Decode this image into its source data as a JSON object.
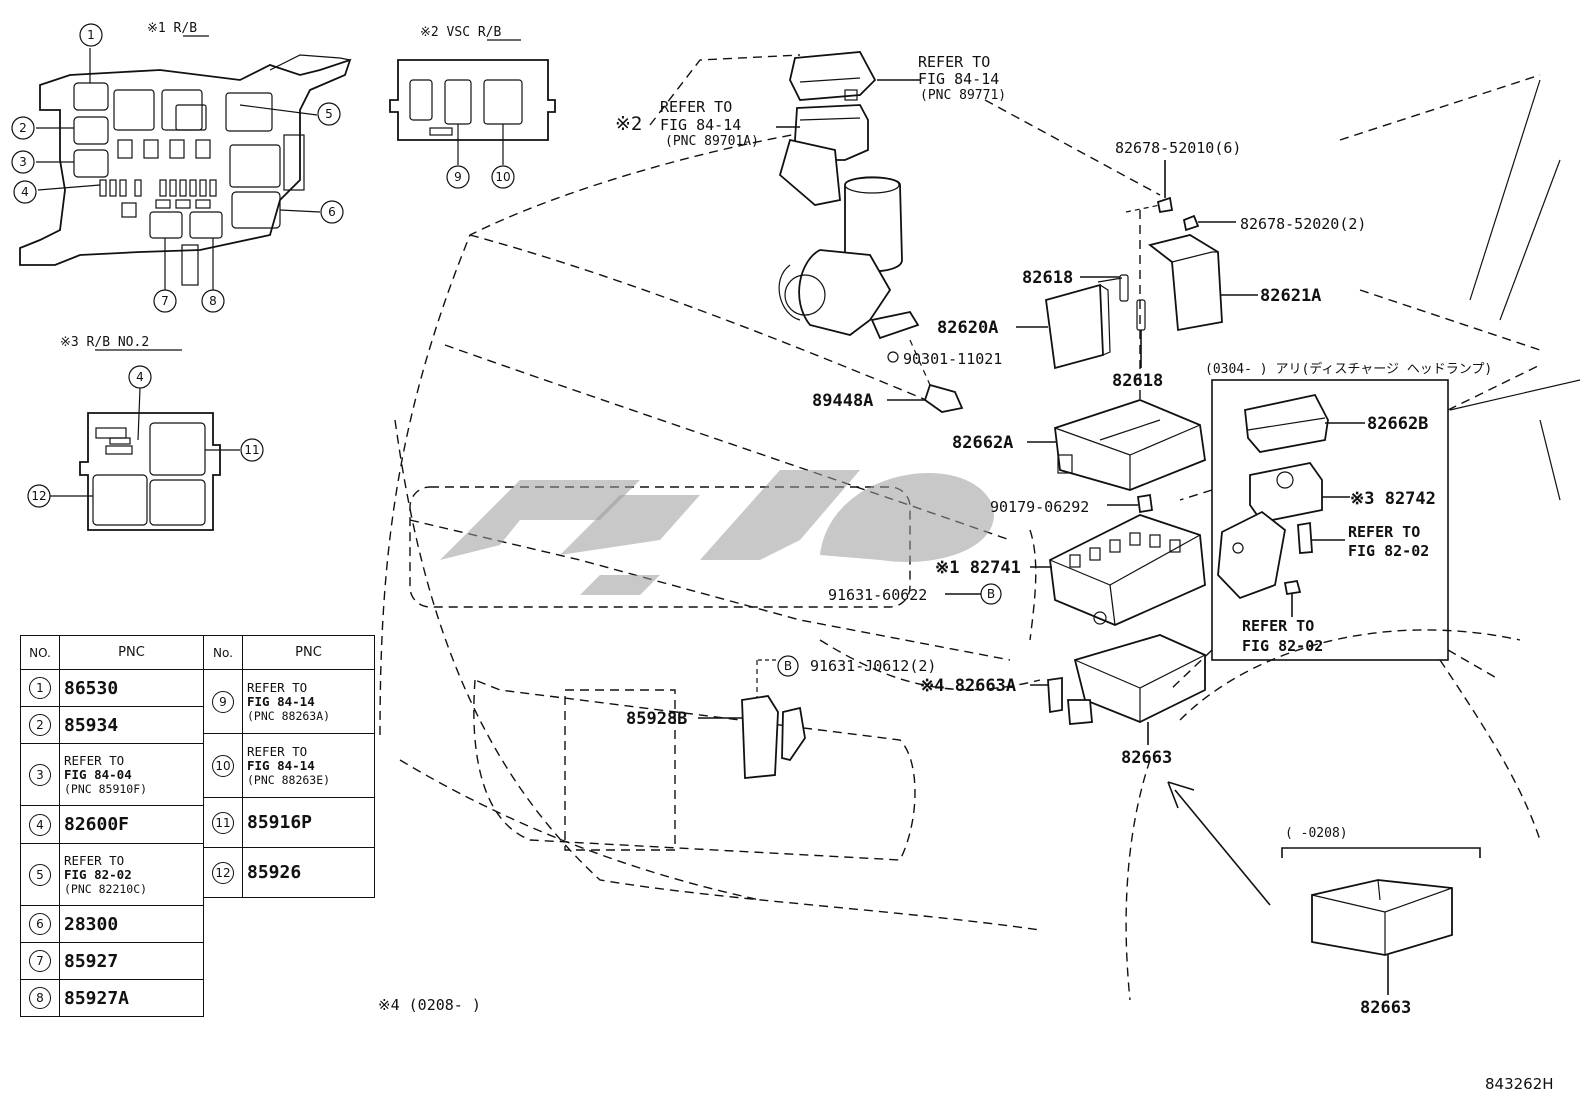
{
  "insets": {
    "rb1_title": "※1 R/B",
    "vsc_title": "※2 VSC R/B",
    "rb2_title": "※3 R/B NO.2",
    "rb1_numbers": [
      "1",
      "2",
      "3",
      "4",
      "5",
      "6",
      "7",
      "8"
    ],
    "vsc_numbers": [
      "9",
      "10"
    ],
    "rb2_numbers": [
      "4",
      "11",
      "12"
    ]
  },
  "callouts": {
    "refer1": [
      "REFER TO",
      "FIG 84-14",
      "(PNC 89771)"
    ],
    "refer2_mark": "※2",
    "refer2": [
      "REFER TO",
      "FIG 84-14",
      "(PNC 89701A)"
    ],
    "p82678_52010": "82678-52010(6)",
    "p82678_52020": "82678-52020(2)",
    "p82618_a": "82618",
    "p82618_b": "82618",
    "p82621A": "82621A",
    "p82620A": "82620A",
    "p90301": "90301-11021",
    "p89448A": "89448A",
    "p82662A": "82662A",
    "p90179": "90179-06292",
    "p82741": "※1 82741",
    "p91631_60622": "91631-60622",
    "p91631_J0612": "91631-J0612(2)",
    "p82663A": "※4 82663A",
    "p85928B": "85928B",
    "p82663": "82663",
    "marker_b1": "B",
    "marker_b2": "B"
  },
  "hid_box": {
    "title": "(0304-    ) アリ(ディスチャージ ヘッドランプ)",
    "p82662B": "82662B",
    "p82742": "※3 82742",
    "refer_a": [
      "REFER TO",
      "FIG 82-02"
    ],
    "refer_b": [
      "REFER TO",
      "FIG 82-02"
    ]
  },
  "early": {
    "title": "(    -0208)",
    "part": "82663"
  },
  "note4": "※4 (0208-    )",
  "figure_id": "843262H",
  "table_left": {
    "headers": [
      "NO.",
      "PNC"
    ],
    "rows": [
      {
        "no": "1",
        "pnc": "86530",
        "refer": null
      },
      {
        "no": "2",
        "pnc": "85934",
        "refer": null
      },
      {
        "no": "3",
        "pnc": null,
        "refer": [
          "REFER TO",
          "FIG 84-04",
          "(PNC 85910F)"
        ]
      },
      {
        "no": "4",
        "pnc": "82600F",
        "refer": null
      },
      {
        "no": "5",
        "pnc": null,
        "refer": [
          "REFER TO",
          "FIG 82-02",
          "(PNC 82210C)"
        ]
      },
      {
        "no": "6",
        "pnc": "28300",
        "refer": null
      },
      {
        "no": "7",
        "pnc": "85927",
        "refer": null
      },
      {
        "no": "8",
        "pnc": "85927A",
        "refer": null
      }
    ]
  },
  "table_right": {
    "headers": [
      "No.",
      "PNC"
    ],
    "rows": [
      {
        "no": "9",
        "pnc": null,
        "refer": [
          "REFER TO",
          "FIG 84-14",
          "(PNC 88263A)"
        ]
      },
      {
        "no": "10",
        "pnc": null,
        "refer": [
          "REFER TO",
          "FIG 84-14",
          "(PNC 88263E)"
        ]
      },
      {
        "no": "11",
        "pnc": "85916P",
        "refer": null
      },
      {
        "no": "12",
        "pnc": "85926",
        "refer": null
      }
    ]
  }
}
